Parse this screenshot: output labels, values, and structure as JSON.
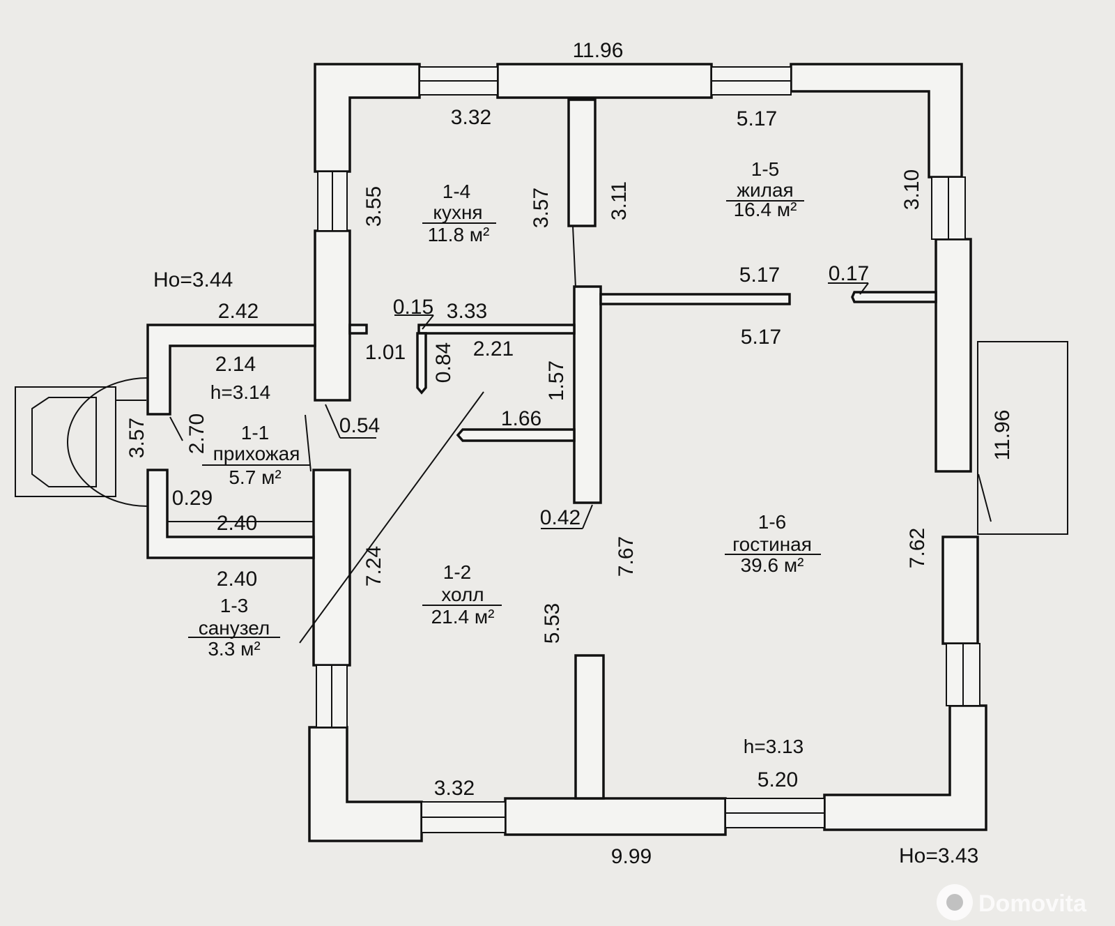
{
  "rooms": {
    "r11": {
      "id": "1-1",
      "name": "прихожая",
      "area": "5.7 м²",
      "height": "h=3.14"
    },
    "r12": {
      "id": "1-2",
      "name": "холл",
      "area": "21.4 м²"
    },
    "r13": {
      "id": "1-3",
      "name": "санузел",
      "area": "3.3 м²"
    },
    "r14": {
      "id": "1-4",
      "name": "кухня",
      "area": "11.8 м²"
    },
    "r15": {
      "id": "1-5",
      "name": "жилая",
      "area": "16.4 м²"
    },
    "r16": {
      "id": "1-6",
      "name": "гостиная",
      "area": "39.6 м²",
      "height": "h=3.13"
    }
  },
  "labels": {
    "ho_top": "Ho=3.44",
    "ho_bottom": "Ho=3.43"
  },
  "dims": {
    "top_overall": "11.96",
    "kitchen_top": "3.32",
    "living_top": "5.17",
    "kitchen_left": "3.55",
    "kitchen_right": "3.57",
    "living_left": "3.11",
    "living_right": "3.10",
    "living_bottom": "5.17",
    "stub_017": "0.17",
    "stub_015": "0.15",
    "corr_333": "3.33",
    "d_101": "1.01",
    "d_084": "0.84",
    "d_221": "2.21",
    "d_157": "1.57",
    "guest_top": "5.17",
    "entry_top_outer": "2.42",
    "entry_top_inner": "2.14",
    "d_054": "0.54",
    "d_166": "1.66",
    "porch_357": "3.57",
    "d_270": "2.70",
    "right_overall": "11.96",
    "d_029": "0.29",
    "d_240a": "2.40",
    "d_042": "0.42",
    "d_767": "7.67",
    "d_762": "7.62",
    "d_724": "7.24",
    "d_240b": "2.40",
    "d_553": "5.53",
    "hall_bottom": "3.32",
    "guest_bottom": "5.20",
    "bottom_overall": "9.99"
  },
  "watermark": "Domovita",
  "colors": {
    "paper": "#ecebe8",
    "wall_fill": "#f4f4f2",
    "line": "#111111"
  }
}
